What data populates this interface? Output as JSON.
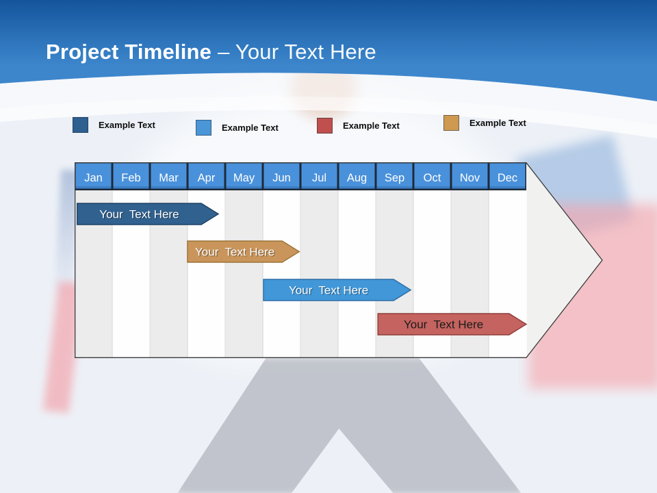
{
  "title": {
    "bold": "Project Timeline",
    "light": "– Your Text Here"
  },
  "legend": {
    "items": [
      {
        "label": "Example Text",
        "color": "#2E6090"
      },
      {
        "label": "Example Text",
        "color": "#4A96D6"
      },
      {
        "label": "Example Text",
        "color": "#C0504D"
      },
      {
        "label": "Example Text",
        "color": "#CE9950"
      }
    ]
  },
  "chart_data": {
    "type": "timeline",
    "title": "Project Timeline",
    "months": [
      "Jan",
      "Feb",
      "Mar",
      "Apr",
      "May",
      "Jun",
      "Jul",
      "Aug",
      "Sep",
      "Oct",
      "Nov",
      "Dec"
    ],
    "header_color": "#4A91DB",
    "stripe_colors": [
      "#ECECEC",
      "#FEFEFF"
    ],
    "arrow_body_color": "#F1F1EF",
    "bars": [
      {
        "label": "Your  Text Here",
        "start": 0.05,
        "end": 3.82,
        "fill": "#30618F",
        "stroke": "#1D4265",
        "text_color": "#FFFFFF"
      },
      {
        "label": "Your  Text Here",
        "start": 2.98,
        "end": 5.97,
        "fill": "#C9955B",
        "stroke": "#9C7335",
        "text_color": "#FFFFFF"
      },
      {
        "label": "Your  Text Here",
        "start": 5.0,
        "end": 8.93,
        "fill": "#4197D8",
        "stroke": "#2D6DA4",
        "text_color": "#FFFFFF"
      },
      {
        "label": "Your  Text Here",
        "start": 8.04,
        "end": 12.0,
        "fill": "#C4635F",
        "stroke": "#8F3C39",
        "text_color": "#1A1A1A"
      }
    ]
  }
}
